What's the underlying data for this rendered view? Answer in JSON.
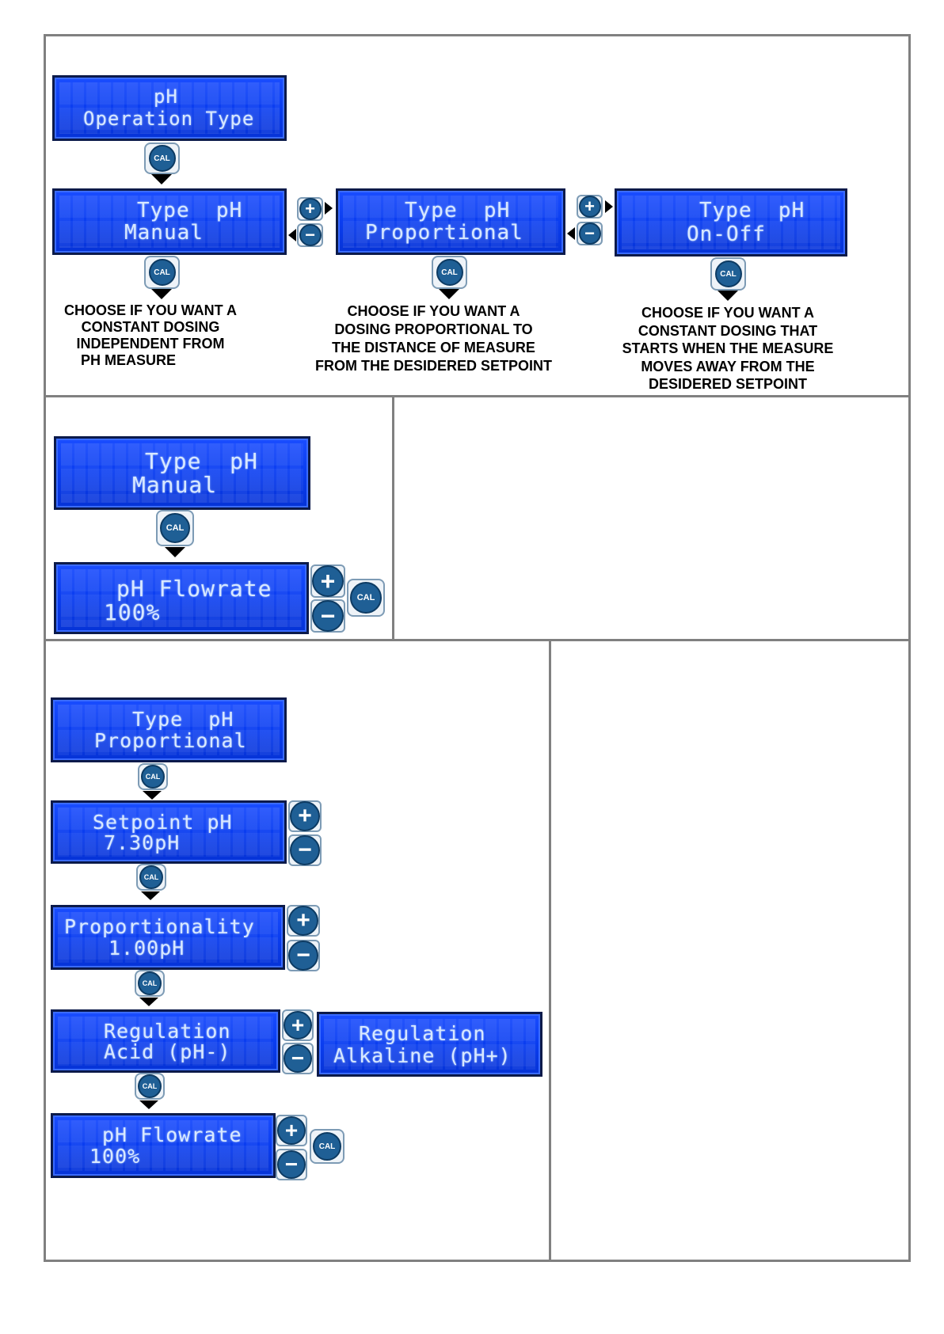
{
  "colors": {
    "lcd_bg": "#0a3df0",
    "lcd_text": "#d8e8ff",
    "button_blue": "#1f5f95",
    "frame": "#808080"
  },
  "buttons": {
    "cal": "CAL",
    "plus": "+",
    "minus": "−"
  },
  "top": {
    "header_lcd": {
      "line1": "pH",
      "line2": "Operation Type"
    },
    "manual_lcd": {
      "line1": "Type  pH",
      "line2": "Manual"
    },
    "proportional_lcd": {
      "line1": "Type  pH",
      "line2": "Proportional"
    },
    "onoff_lcd": {
      "line1": "Type  pH",
      "line2": "On-Off"
    },
    "desc_manual": [
      "CHOOSE IF YOU WANT A",
      "CONSTANT DOSING",
      "INDEPENDENT FROM",
      "PH  MEASURE"
    ],
    "desc_proportional": [
      "CHOOSE IF YOU WANT A",
      "DOSING PROPORTIONAL TO",
      "THE DISTANCE OF MEASURE",
      "FROM THE DESIDERED  SETPOINT"
    ],
    "desc_onoff": [
      "CHOOSE IF YOU WANT A",
      "CONSTANT DOSING THAT",
      "STARTS WHEN THE  MEASURE",
      "MOVES AWAY  FROM THE",
      "DESIDERED  SETPOINT"
    ]
  },
  "manual_section": {
    "type_lcd": {
      "line1": "Type  pH",
      "line2": "Manual"
    },
    "flow_lcd": {
      "line1": "pH Flowrate",
      "line2": "100%"
    }
  },
  "proportional_section": {
    "type_lcd": {
      "line1": "Type  pH",
      "line2": "Proportional"
    },
    "setpoint_lcd": {
      "line1": "Setpoint pH",
      "line2": "7.30pH"
    },
    "prop_lcd": {
      "line1": "Proportionality",
      "line2": "1.00pH"
    },
    "acid_lcd": {
      "line1": "Regulation",
      "line2": "Acid (pH-)"
    },
    "alk_lcd": {
      "line1": "Regulation",
      "line2": "Alkaline (pH+)"
    },
    "flow_lcd": {
      "line1": "pH Flowrate",
      "line2": "100%"
    }
  }
}
